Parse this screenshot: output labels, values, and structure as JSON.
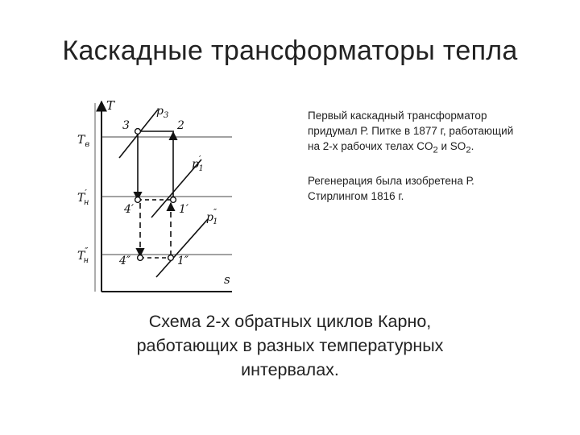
{
  "slide": {
    "title": "Каскадные трансформаторы тепла",
    "notes": {
      "p1": "Первый каскадный трансформатор придумал Р. Питке в 1877 г, работающий на 2-х рабочих телах CO",
      "p1_sub1": "2",
      "p1_mid": " и SO",
      "p1_sub2": "2",
      "p1_end": ".",
      "p2": "Регенерация была изобретена Р. Стирлингом 1816 г."
    },
    "caption": {
      "line1": "Схема 2-х обратных циклов Карно,",
      "line2": "работающих  в разных температурных",
      "line3": "интервалах."
    }
  },
  "diagram": {
    "axis_y": "T",
    "axis_x": "s",
    "temps": {
      "tv": "T",
      "tv_sub": "в",
      "tn1": "T",
      "tn1_sub": "н",
      "tn1_sup": "′",
      "tn2": "T",
      "tn2_sub": "н",
      "tn2_sup": "″"
    },
    "isobars": {
      "p3": "p",
      "p3_sub": "3",
      "p1a": "p",
      "p1a_sub": "1",
      "p1a_sup": "′",
      "p1b": "p",
      "p1b_sub": "1",
      "p1b_sup": "″"
    },
    "points": {
      "p3": "3",
      "p2": "2",
      "p4a": "4′",
      "p1a": "1′",
      "p4b": "4″",
      "p1b": "1″"
    }
  }
}
